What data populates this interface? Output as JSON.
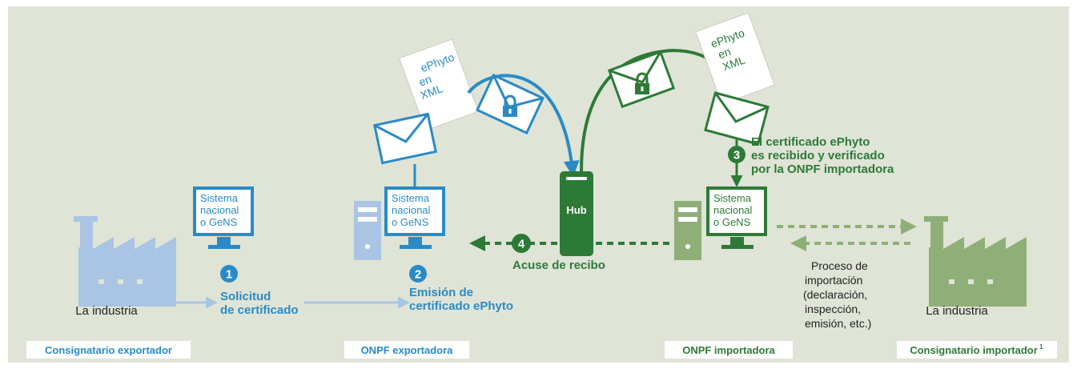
{
  "colors": {
    "blue": "#2a8ac6",
    "light_blue": "#a9c5e3",
    "green": "#2d7a37",
    "light_green": "#8faf78",
    "background": "#dfe4d7"
  },
  "icons": [
    "factory-icon",
    "monitor-icon",
    "server-icon",
    "envelope-icon",
    "lock-icon",
    "document-icon",
    "hub-server-icon"
  ],
  "monitors": {
    "exporter_line1": "Sistema",
    "exporter_line2": "nacional",
    "exporter_line3": "o GeNS",
    "onpf_exp_line1": "Sistema",
    "onpf_exp_line2": "nacional",
    "onpf_exp_line3": "o GeNS",
    "onpf_imp_line1": "Sistema",
    "onpf_imp_line2": "nacional",
    "onpf_imp_line3": "o GeNS"
  },
  "documents": {
    "left_line1": "ePhyto",
    "left_line2": "en",
    "left_line3": "XML",
    "right_line1": "ePhyto",
    "right_line2": "en",
    "right_line3": "XML"
  },
  "hub": {
    "label": "Hub"
  },
  "steps": {
    "s1_number": "1",
    "s1_line1": "Solicitud",
    "s1_line2": "de certificado",
    "s2_number": "2",
    "s2_line1": "Emisión de",
    "s2_line2": "certificado ePhyto",
    "s3_number": "3",
    "s3_line1": "El certificado ePhyto",
    "s3_line2": "es recibido y verificado",
    "s3_line3": "por la ONPF importadora",
    "s4_number": "4",
    "s4_label": "Acuse de recibo"
  },
  "industry": {
    "left_label": "La industria",
    "right_label": "La industria"
  },
  "import_process": {
    "line1": "Proceso de",
    "line2": "importación",
    "line3": "(declaración,",
    "line4": "inspección,",
    "line5": "emisión, etc.)"
  },
  "footer": {
    "exporter": "Consignatario exportador",
    "onpf_exporter": "ONPF exportadora",
    "onpf_importer": "ONPF importadora",
    "importer": "Consignatario importador",
    "importer_footnote": "1"
  }
}
